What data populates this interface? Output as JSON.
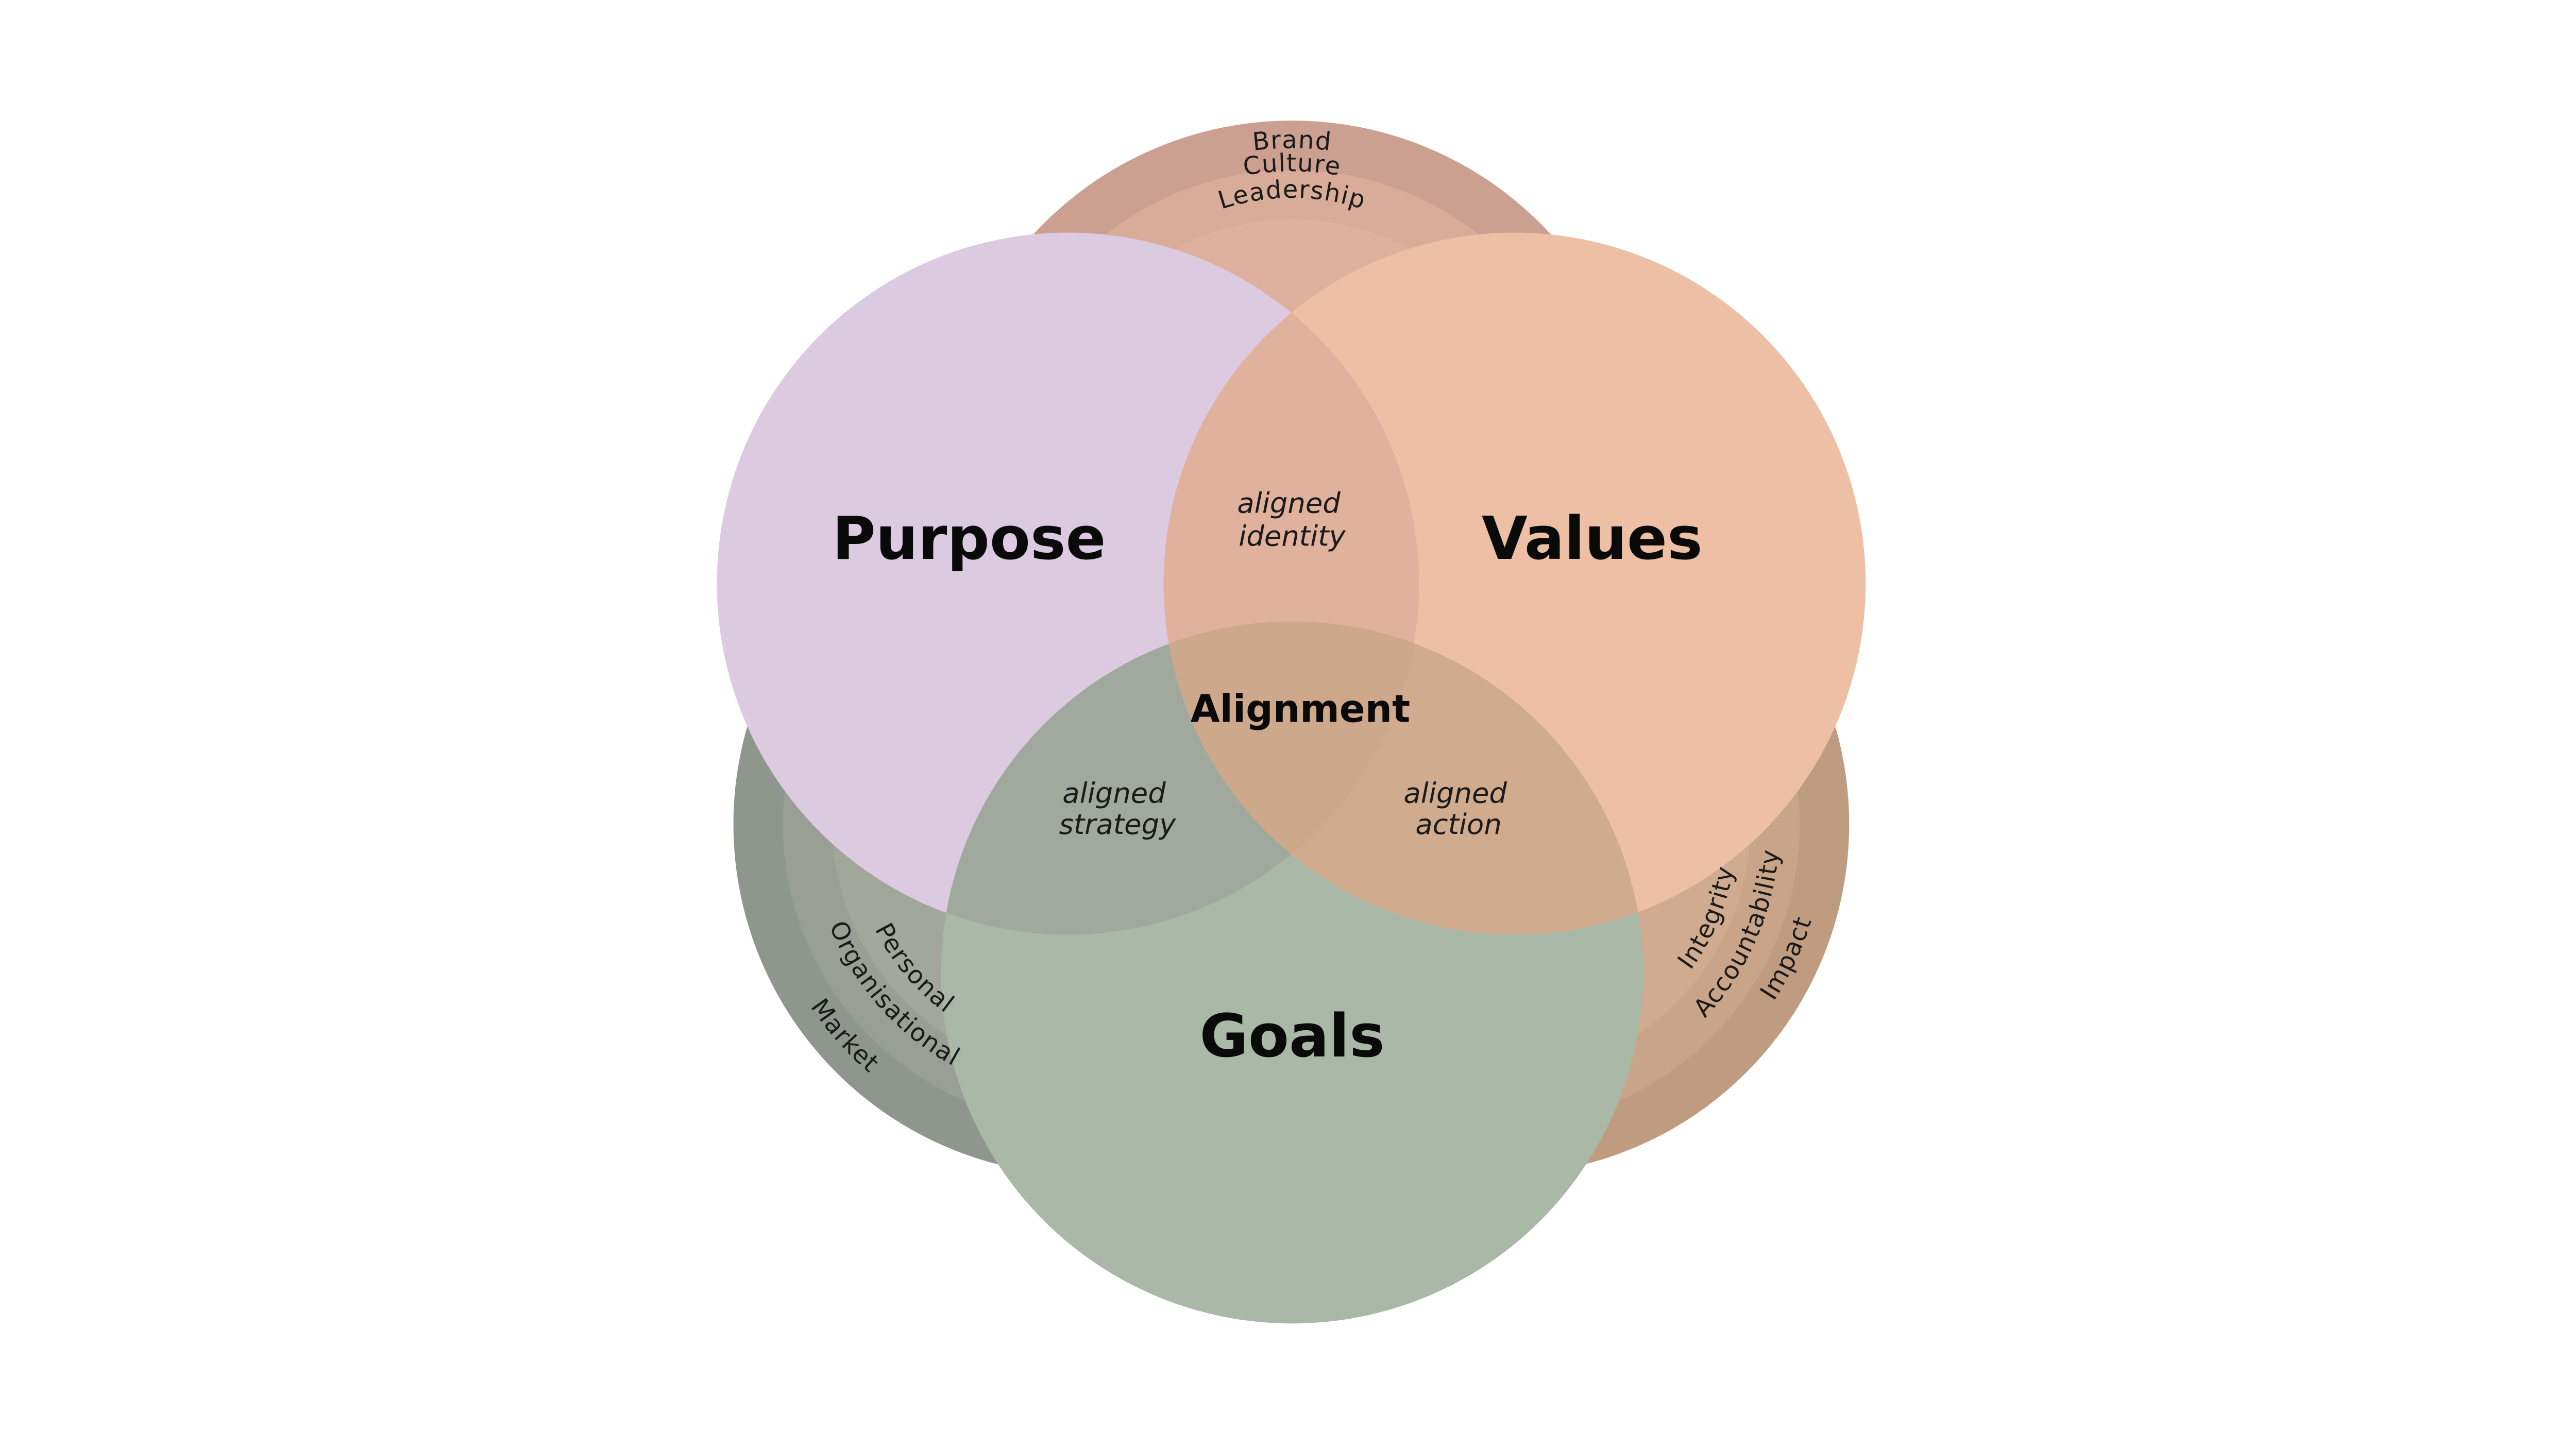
{
  "diagram": {
    "circles": {
      "purpose": {
        "label": "Purpose",
        "color": "#dccae1"
      },
      "values": {
        "label": "Values",
        "color": "#edc0a6"
      },
      "goals": {
        "label": "Goals",
        "color": "#aab8a7"
      }
    },
    "center_label": "Alignment",
    "overlaps": {
      "purpose_values": {
        "line1": "aligned",
        "line2": "identity",
        "color": "#e0b19c"
      },
      "purpose_goals": {
        "line1": "aligned",
        "line2": "strategy",
        "color": "#a1a89e"
      },
      "values_goals": {
        "line1": "aligned",
        "line2": "action",
        "color": "#d1ab8e"
      },
      "all": {
        "color": "#cea88b"
      }
    },
    "back_rings": {
      "top": {
        "labels": [
          "Brand",
          "Culture",
          "Leadership"
        ],
        "colors": [
          "#cca090",
          "#d8ac99",
          "#deb09e"
        ]
      },
      "left": {
        "labels": [
          "Market",
          "Organisational",
          "Personal"
        ],
        "colors": [
          "#8f968d",
          "#999f94",
          "#a1a79b"
        ]
      },
      "right": {
        "labels": [
          "Impact",
          "Accountability",
          "Integrity"
        ],
        "colors": [
          "#bf9c80",
          "#c8a488",
          "#d0ab8f"
        ]
      }
    }
  }
}
